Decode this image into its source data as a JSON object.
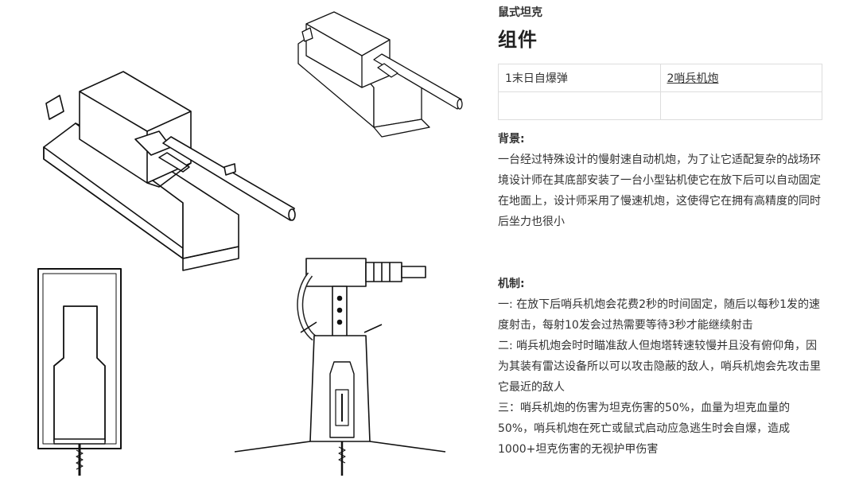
{
  "article": {
    "subject": "鼠式坦克",
    "title": "组件",
    "components": {
      "rows": [
        [
          "1末日自爆弹",
          "2哨兵机炮"
        ],
        [
          "",
          ""
        ]
      ]
    },
    "background": {
      "heading": "背景:",
      "text": "一台经过特殊设计的慢射速自动机炮，为了让它适配复杂的战场环境设计师在其底部安装了一台小型钻机使它在放下后可以自动固定在地面上，设计师采用了慢速机炮，这使得它在拥有高精度的同时后坐力也很小"
    },
    "mechanics": {
      "heading": "机制:",
      "items": [
        "一: 在放下后哨兵机炮会花费2秒的时间固定，随后以每秒1发的速度射击，每射10发会过热需要等待3秒才能继续射击",
        "二: 哨兵机炮会时时瞄准敌人但炮塔转速较慢并且没有俯仰角，因为其装有雷达设备所以可以攻击隐蔽的敌人，哨兵机炮会先攻击里它最近的敌人",
        "三：哨兵机炮的伤害为坦克伤害的50%，血量为坦克血量的50%，哨兵机炮在死亡或鼠式启动应急逃生时会自爆，造成1000+坦克伤害的无视护甲伤害"
      ]
    }
  },
  "drawings": {
    "items": [
      {
        "name": "mouse-tank-large-sketch",
        "icon": "tank-sketch"
      },
      {
        "name": "mouse-tank-small-sketch",
        "icon": "tank-sketch"
      },
      {
        "name": "drill-base-sketch",
        "icon": "drill-base"
      },
      {
        "name": "sentry-cannon-sketch",
        "icon": "sentry-turret"
      }
    ]
  }
}
